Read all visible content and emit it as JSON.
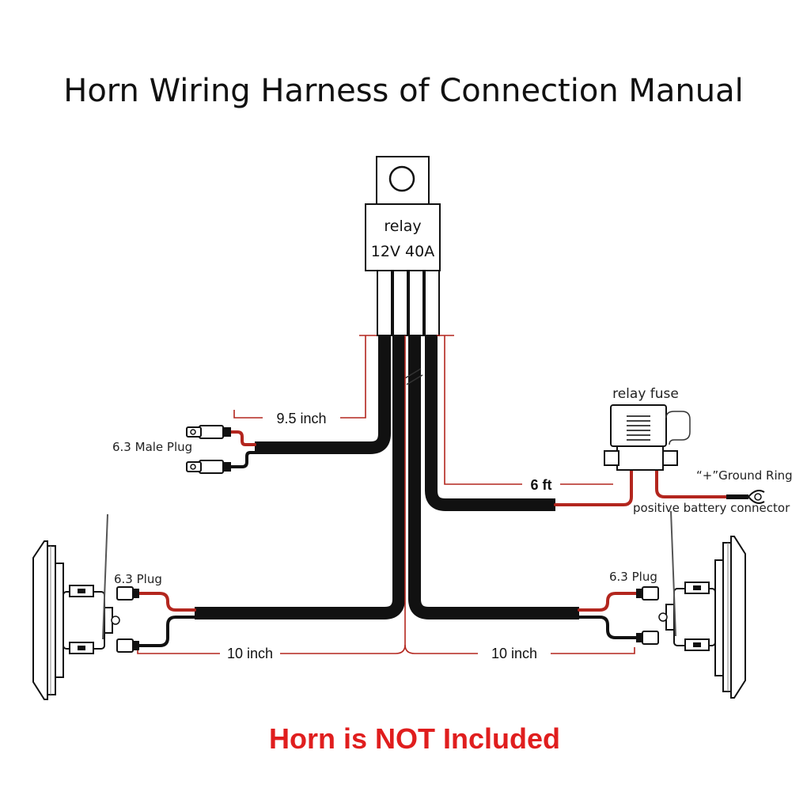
{
  "title": "Horn Wiring Harness of Connection Manual",
  "relay": {
    "line1": "relay",
    "line2": "12V 40A"
  },
  "relay_fuse_label": "relay fuse",
  "labels": {
    "male_plug": "6.3 Male Plug",
    "plug_left": "6.3 Plug",
    "plug_right": "6.3 Plug",
    "ground_ring": "“+”Ground Ring",
    "battery_connector": "positive battery connector"
  },
  "dimensions": {
    "male_plug_length": "9.5 inch",
    "battery_length": "6 ft",
    "left_horn_length": "10 inch",
    "right_horn_length": "10 inch"
  },
  "notice": "Horn is NOT Included",
  "colors": {
    "notice": "#e01e1e",
    "red_wire": "#b3261e",
    "cable": "#111111"
  }
}
